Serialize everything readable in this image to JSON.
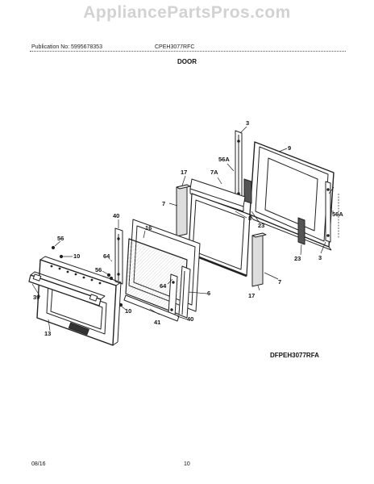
{
  "watermark": "AppliancePartsPros.com",
  "header": {
    "publication": "Publication No: 5995678353",
    "model": "CPEH3077RFC",
    "section_title": "DOOR"
  },
  "diagram": {
    "reference_code": "DFPEH3077RFA",
    "part_labels": {
      "p3_top": "3",
      "p9": "9",
      "p56A_top": "56A",
      "p17_top": "17",
      "p7A": "7A",
      "p7_left": "7",
      "p8": "8",
      "p23_top": "23",
      "p56A_right": "56A",
      "p40_top": "40",
      "p16": "16",
      "p56_top": "56",
      "p10_top": "10",
      "p64_left": "64",
      "p56_mid": "56",
      "p39": "39",
      "p64_mid": "64",
      "p6": "6",
      "p10_bottom": "10",
      "p40_bottom": "40",
      "p41": "41",
      "p13": "13",
      "p23_bottom": "23",
      "p3_bottom": "3",
      "p7_right": "7",
      "p17_bottom": "17"
    }
  },
  "footer": {
    "date": "08/16",
    "page_number": "10"
  }
}
